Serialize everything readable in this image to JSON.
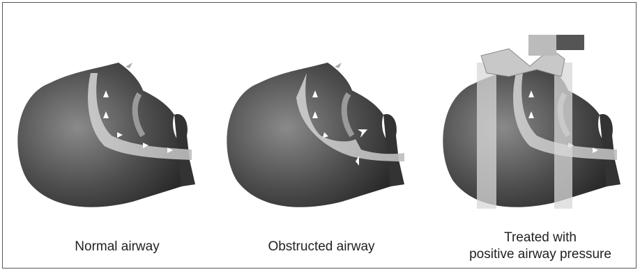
{
  "panels": [
    {
      "label": "Normal airway"
    },
    {
      "label": "Obstructed airway"
    },
    {
      "label_line1": "Treated with",
      "label_line2": "positive airway pressure"
    }
  ]
}
